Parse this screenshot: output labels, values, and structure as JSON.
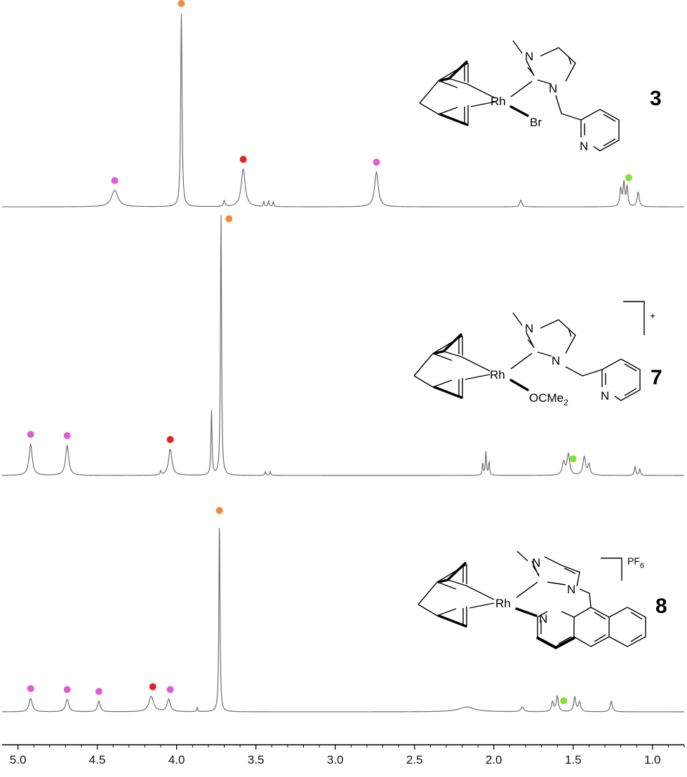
{
  "colors": {
    "orange": "#f28c38",
    "red": "#e8231f",
    "pink": "#e35ad6",
    "green": "#7fe52f",
    "trace": "#6e6e6e"
  },
  "chart_data": {
    "type": "line",
    "title": "",
    "xlabel": "",
    "ylabel": "",
    "xlim": [
      5.1,
      0.8
    ],
    "x_reversed": true,
    "x_ticks": [
      "5.0",
      "4.5",
      "4.0",
      "3.5",
      "3.0",
      "2.5",
      "2.0",
      "1.5",
      "1.0"
    ],
    "x_tick_values": [
      5.0,
      4.5,
      4.0,
      3.5,
      3.0,
      2.5,
      2.0,
      1.5,
      1.0
    ],
    "grid": false,
    "series": [
      {
        "label": "3",
        "peaks": [
          {
            "ppm": 4.39,
            "height": 0.085,
            "width": 0.025
          },
          {
            "ppm": 3.97,
            "height": 1.0,
            "width": 0.005
          },
          {
            "ppm": 3.58,
            "height": 0.195,
            "width": 0.015
          },
          {
            "ppm": 3.7,
            "height": 0.03,
            "width": 0.006
          },
          {
            "ppm": 3.45,
            "height": 0.025,
            "width": 0.004
          },
          {
            "ppm": 3.42,
            "height": 0.03,
            "width": 0.004
          },
          {
            "ppm": 3.39,
            "height": 0.025,
            "width": 0.004
          },
          {
            "ppm": 2.74,
            "height": 0.18,
            "width": 0.014
          },
          {
            "ppm": 1.83,
            "height": 0.035,
            "width": 0.008
          },
          {
            "ppm": 1.2,
            "height": 0.09,
            "width": 0.007
          },
          {
            "ppm": 1.18,
            "height": 0.12,
            "width": 0.006
          },
          {
            "ppm": 1.16,
            "height": 0.1,
            "width": 0.006
          },
          {
            "ppm": 1.09,
            "height": 0.075,
            "width": 0.008
          }
        ],
        "markers": [
          {
            "ppm": 4.39,
            "color": "pink"
          },
          {
            "ppm": 3.97,
            "color": "orange"
          },
          {
            "ppm": 3.58,
            "color": "red"
          },
          {
            "ppm": 2.74,
            "color": "pink"
          },
          {
            "ppm": 1.15,
            "color": "green"
          }
        ]
      },
      {
        "label": "7",
        "peaks": [
          {
            "ppm": 4.92,
            "height": 0.12,
            "width": 0.012
          },
          {
            "ppm": 4.69,
            "height": 0.115,
            "width": 0.012
          },
          {
            "ppm": 4.04,
            "height": 0.1,
            "width": 0.013
          },
          {
            "ppm": 4.1,
            "height": 0.015,
            "width": 0.004
          },
          {
            "ppm": 3.78,
            "height": 0.25,
            "width": 0.004
          },
          {
            "ppm": 3.72,
            "height": 1.0,
            "width": 0.004
          },
          {
            "ppm": 3.44,
            "height": 0.015,
            "width": 0.004
          },
          {
            "ppm": 3.41,
            "height": 0.015,
            "width": 0.004
          },
          {
            "ppm": 2.07,
            "height": 0.045,
            "width": 0.004
          },
          {
            "ppm": 2.05,
            "height": 0.09,
            "width": 0.004
          },
          {
            "ppm": 2.03,
            "height": 0.05,
            "width": 0.004
          },
          {
            "ppm": 1.56,
            "height": 0.05,
            "width": 0.01
          },
          {
            "ppm": 1.53,
            "height": 0.08,
            "width": 0.01
          },
          {
            "ppm": 1.43,
            "height": 0.07,
            "width": 0.01
          },
          {
            "ppm": 1.4,
            "height": 0.04,
            "width": 0.008
          },
          {
            "ppm": 1.11,
            "height": 0.035,
            "width": 0.005
          },
          {
            "ppm": 1.08,
            "height": 0.025,
            "width": 0.005
          }
        ],
        "markers": [
          {
            "ppm": 4.92,
            "color": "pink"
          },
          {
            "ppm": 4.69,
            "color": "pink"
          },
          {
            "ppm": 4.04,
            "color": "red"
          },
          {
            "ppm": 3.67,
            "color": "orange"
          },
          {
            "ppm": 1.5,
            "color": "green"
          }
        ]
      },
      {
        "label": "8",
        "peaks": [
          {
            "ppm": 4.92,
            "height": 0.07,
            "width": 0.012
          },
          {
            "ppm": 4.69,
            "height": 0.065,
            "width": 0.012
          },
          {
            "ppm": 4.49,
            "height": 0.055,
            "width": 0.01
          },
          {
            "ppm": 4.16,
            "height": 0.08,
            "width": 0.018
          },
          {
            "ppm": 4.05,
            "height": 0.065,
            "width": 0.012
          },
          {
            "ppm": 3.87,
            "height": 0.02,
            "width": 0.004
          },
          {
            "ppm": 3.73,
            "height": 1.0,
            "width": 0.004
          },
          {
            "ppm": 2.17,
            "height": 0.025,
            "width": 0.06
          },
          {
            "ppm": 1.82,
            "height": 0.025,
            "width": 0.01
          },
          {
            "ppm": 1.63,
            "height": 0.05,
            "width": 0.008
          },
          {
            "ppm": 1.6,
            "height": 0.08,
            "width": 0.008
          },
          {
            "ppm": 1.49,
            "height": 0.075,
            "width": 0.008
          },
          {
            "ppm": 1.46,
            "height": 0.05,
            "width": 0.008
          },
          {
            "ppm": 1.26,
            "height": 0.055,
            "width": 0.008
          }
        ],
        "markers": [
          {
            "ppm": 4.92,
            "color": "pink"
          },
          {
            "ppm": 4.69,
            "color": "pink"
          },
          {
            "ppm": 4.49,
            "color": "pink"
          },
          {
            "ppm": 4.15,
            "color": "red"
          },
          {
            "ppm": 4.04,
            "color": "pink"
          },
          {
            "ppm": 3.73,
            "color": "orange"
          },
          {
            "ppm": 1.56,
            "color": "green"
          }
        ]
      }
    ]
  },
  "structures": {
    "s3": {
      "label": "3",
      "metal": "Rh",
      "ligand_x": "Br",
      "n1": "N",
      "n2": "N",
      "py_n": "N"
    },
    "s7": {
      "label": "7",
      "metal": "Rh",
      "ligand_x": "OCMe",
      "ligand_sub": "2",
      "n1": "N",
      "n2": "N",
      "py_n": "N",
      "charge": "+"
    },
    "s8": {
      "label": "8",
      "metal": "Rh",
      "n1": "N",
      "n2": "N",
      "quin_n": "N",
      "counter": "PF",
      "counter_sub": "6"
    }
  }
}
